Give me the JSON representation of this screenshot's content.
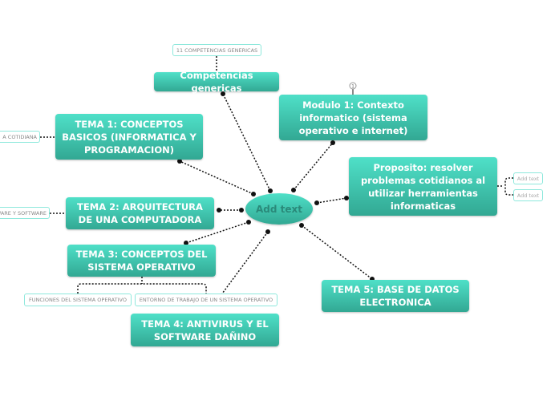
{
  "center": {
    "label": "Add text"
  },
  "nodes": {
    "competencias": {
      "label": "Competencias genericas",
      "sub": "11 COMPETENCIAS GENERICAS"
    },
    "modulo1": {
      "label": "Modulo 1: Contexto informatico (sistema operativo e internet)",
      "collapsed_count": "1"
    },
    "proposito": {
      "label": "Proposito: resolver problemas cotidianos al utilizar herramientas informaticas",
      "subs": [
        "Add text",
        "Add text"
      ]
    },
    "tema1": {
      "label": "TEMA 1: CONCEPTOS BASICOS (INFORMATICA Y PROGRAMACION)",
      "sub": "A COTIDIANA"
    },
    "tema2": {
      "label": "TEMA 2: ARQUITECTURA DE UNA COMPUTADORA",
      "sub": "WARE Y SOFTWARE"
    },
    "tema3": {
      "label": "TEMA 3: CONCEPTOS DEL SISTEMA OPERATIVO",
      "subs": [
        "FUNCIONES DEL SISTEMA OPERATIVO",
        "ENTORNO DE TRABAJO DE UN SISTEMA OPERATIVO"
      ]
    },
    "tema4": {
      "label": "TEMA 4: ANTIVIRUS Y EL SOFTWARE DAÑINO"
    },
    "tema5": {
      "label": "TEMA 5: BASE DE DATOS ELECTRONICA"
    }
  },
  "colors": {
    "node_top": "#4fe0c8",
    "node_bottom": "#32a893",
    "label_border": "#8ee8dc"
  }
}
